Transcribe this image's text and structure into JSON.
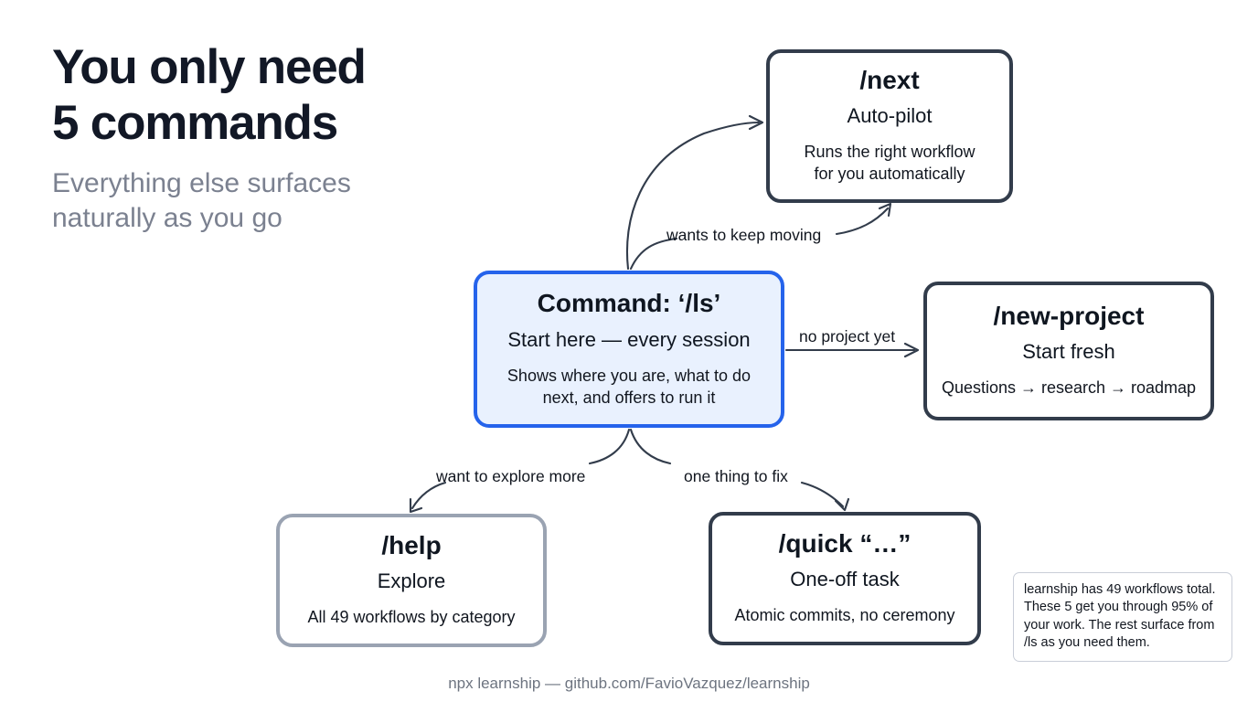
{
  "heading": {
    "title": "You only need\n5 commands",
    "subtitle": "Everything else surfaces\nnaturally as you go"
  },
  "nodes": {
    "ls": {
      "title": "Command: ‘/ls’",
      "subtitle": "Start here — every session",
      "description": "Shows where you are, what to do\nnext, and offers to run it"
    },
    "next": {
      "title": "/next",
      "subtitle": "Auto-pilot",
      "description": "Runs the right workflow\nfor you automatically"
    },
    "new_project": {
      "title": "/new-project",
      "subtitle": "Start fresh",
      "description": "Questions → research → roadmap"
    },
    "help": {
      "title": "/help",
      "subtitle": "Explore",
      "description": "All 49 workflows by category"
    },
    "quick": {
      "title": "/quick “…”",
      "subtitle": "One-off task",
      "description": "Atomic commits, no ceremony"
    }
  },
  "edges": {
    "keep_moving": "wants to keep moving",
    "no_project": "no project yet",
    "explore_more": "want to explore more",
    "one_thing": "one thing to fix"
  },
  "note": "learnship has 49 workflows total. These 5 get you through 95% of your work. The rest surface from /ls as you need them.",
  "footer": "npx learnship — github.com/FavioVazquez/learnship",
  "colors": {
    "accent_blue": "#2563eb",
    "accent_blue_fill": "#e9f1fe",
    "node_border_dark": "#323c4b",
    "node_border_muted": "#9aa3b2",
    "title_text": "#121826",
    "subtitle_text": "#7b8190",
    "footer_text": "#6d7480"
  }
}
